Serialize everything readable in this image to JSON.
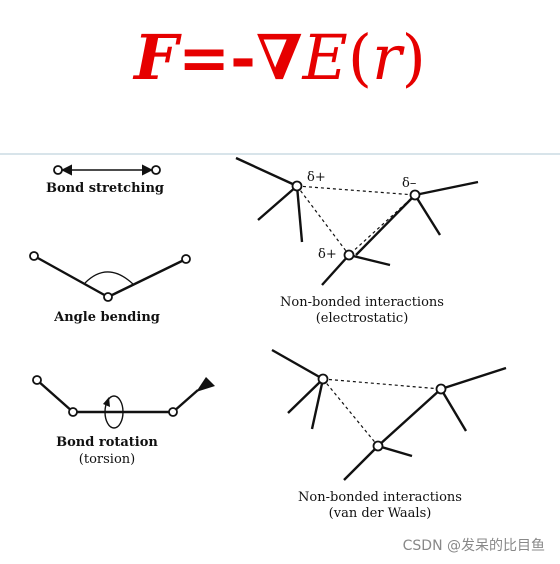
{
  "formula": {
    "f": "F",
    "eq": "=-",
    "nabla": "∇",
    "e": "E",
    "lparen": "(",
    "r": "r",
    "rparen": ")"
  },
  "panels": {
    "bond_stretching": {
      "label": "Bond stretching"
    },
    "angle_bending": {
      "label": "Angle bending"
    },
    "bond_rotation": {
      "label": "Bond rotation",
      "sublabel": "(torsion)"
    },
    "electrostatic": {
      "label": "Non-bonded interactions",
      "sublabel": "(electrostatic)",
      "charges": [
        "δ+",
        "δ–",
        "δ+"
      ]
    },
    "vdw": {
      "label": "Non-bonded interactions",
      "sublabel": "(van der Waals)"
    }
  },
  "watermark": "CSDN @发呆的比目鱼",
  "colors": {
    "formula": "#e60000",
    "ink": "#111111",
    "watermark": "#888888"
  }
}
